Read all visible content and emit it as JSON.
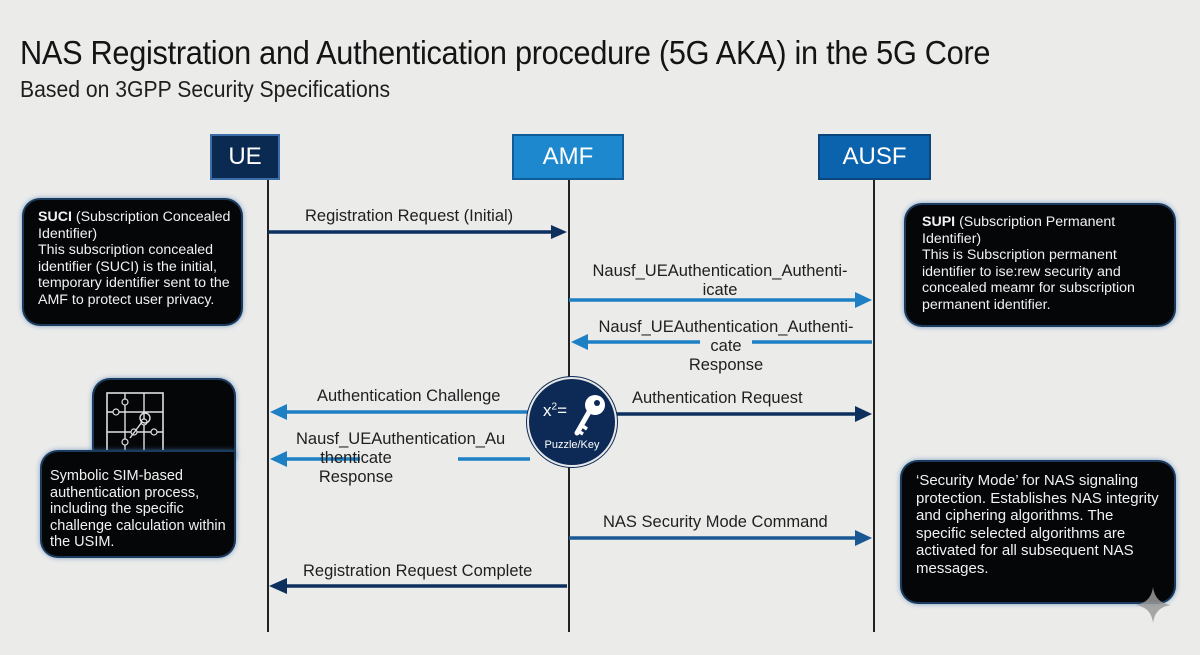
{
  "header": {
    "title": "NAS Registration and Authentication procedure (5G AKA) in the 5G Core",
    "subtitle": "Based on 3GPP Security Specifications"
  },
  "actors": [
    {
      "id": "ue",
      "label": "UE",
      "color": "#0a2a52"
    },
    {
      "id": "amf",
      "label": "AMF",
      "color": "#1e88cf"
    },
    {
      "id": "ausf",
      "label": "AUSF",
      "color": "#0c63ad"
    }
  ],
  "messages": [
    {
      "label": "Registration Request (Initial)",
      "from": "UE",
      "to": "AMF",
      "style": "dark"
    },
    {
      "label_lines": [
        "Nausf_UEAuthentication_Authenti-",
        "icate"
      ],
      "from": "AMF",
      "to": "AUSF",
      "style": "light"
    },
    {
      "label_lines": [
        "Nausf_UEAuthentication_Authenti-",
        "cate",
        "Response"
      ],
      "from": "AUSF",
      "to": "AMF",
      "style": "light"
    },
    {
      "label": "Authentication Challenge",
      "from": "AMF",
      "to": "UE",
      "style": "light"
    },
    {
      "label": "Authentication Request",
      "from": "AMF",
      "to": "AUSF",
      "style": "dark"
    },
    {
      "label_lines": [
        "Nausf_UEAuthentication_Au",
        "thenticate",
        "Response"
      ],
      "from": "AMF",
      "to": "UE",
      "style": "light"
    },
    {
      "label": "NAS Security Mode Command",
      "from": "AMF",
      "to": "AUSF",
      "style": "dark"
    },
    {
      "label": "Registration Request Complete",
      "from": "AMF",
      "to": "UE",
      "style": "dark"
    }
  ],
  "colors": {
    "arrow_dark": "#0c2f5e",
    "arrow_light": "#1d7fc4",
    "callout_bg": "#050608"
  },
  "callouts": {
    "suci": {
      "heading": "SUCI",
      "heading_rest": " (Subscription Concealed Identifier)",
      "body": "This subscription concealed identifier (SUCI) is the initial, temporary identifier sent to the AMF to protect user privacy."
    },
    "supi": {
      "heading": "SUPI",
      "heading_rest": " (Subscription Permanent Identifier)",
      "body": "This is Subscription permanent identifier to ise:rew security and concealed meamr for subscription permanent identifier."
    },
    "sim": {
      "icon": "puzzle-icon",
      "body": "Symbolic SIM-based authentication process, including the specific challenge calculation within the USIM."
    },
    "security_mode": {
      "body": "‘Security Mode’ for NAS signaling protection. Establishes NAS integrity and ciphering algorithms. The specific selected algorithms are activated for all subsequent NAS messages."
    }
  },
  "badge": {
    "equation": "x",
    "exponent": "2",
    "equals": "=",
    "icon": "key-icon",
    "label": "Puzzle/Key"
  }
}
